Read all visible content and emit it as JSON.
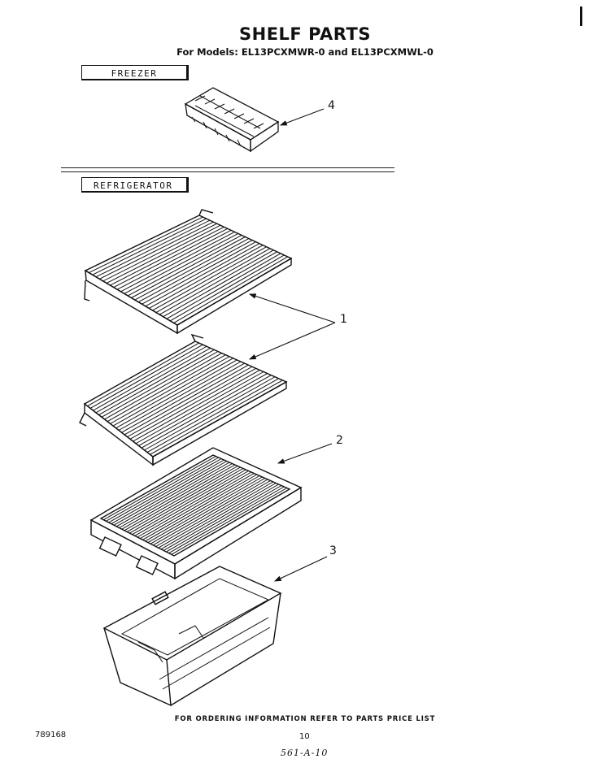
{
  "header": {
    "title": "SHELF PARTS",
    "subtitle": "For Models: EL13PCXMWR-0 and EL13PCXMWL-0"
  },
  "sections": {
    "freezer": "FREEZER",
    "refrigerator": "REFRIGERATOR"
  },
  "callouts": {
    "ice_tray": "4",
    "wire_shelves": "1",
    "crisper_cover": "2",
    "crisper_pan": "3"
  },
  "footer": {
    "note": "FOR ORDERING INFORMATION REFER TO PARTS PRICE LIST",
    "doc_number": "789168",
    "page_number": "10",
    "handwritten": "561-A-10"
  }
}
